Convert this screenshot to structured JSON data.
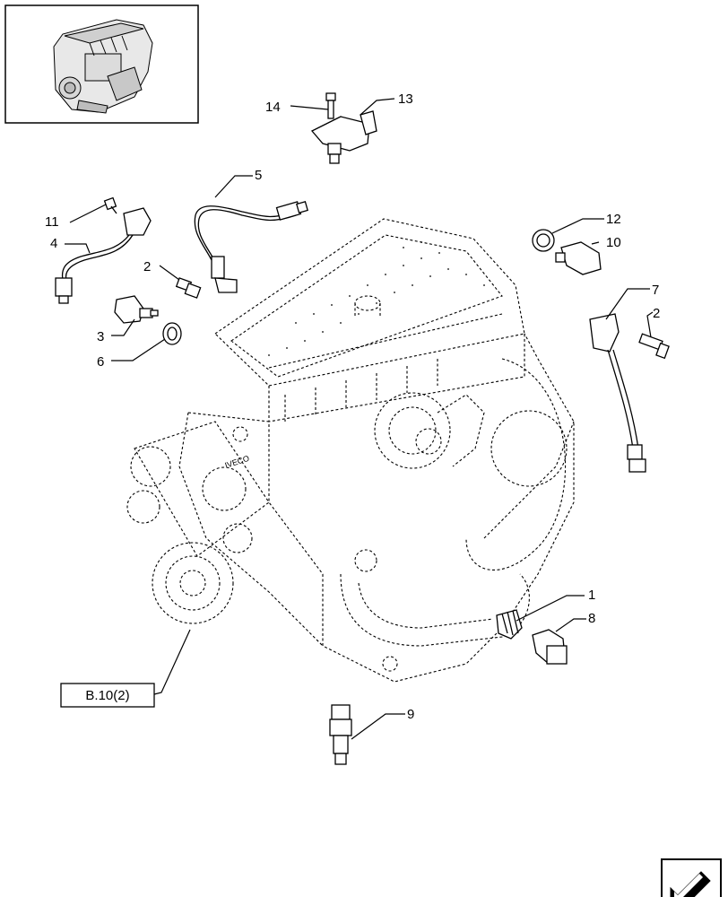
{
  "callouts": [
    {
      "id": "1",
      "label": "1"
    },
    {
      "id": "2a",
      "label": "2"
    },
    {
      "id": "2b",
      "label": "2"
    },
    {
      "id": "3",
      "label": "3"
    },
    {
      "id": "4",
      "label": "4"
    },
    {
      "id": "5",
      "label": "5"
    },
    {
      "id": "6",
      "label": "6"
    },
    {
      "id": "7",
      "label": "7"
    },
    {
      "id": "8",
      "label": "8"
    },
    {
      "id": "9",
      "label": "9"
    },
    {
      "id": "10",
      "label": "10"
    },
    {
      "id": "11",
      "label": "11"
    },
    {
      "id": "12",
      "label": "12"
    },
    {
      "id": "13",
      "label": "13"
    },
    {
      "id": "14",
      "label": "14"
    }
  ],
  "reference_box": {
    "label": "B.10(2)"
  },
  "engine_badge": {
    "label": "IVECO"
  },
  "icons": {
    "thumbnail": "engine-thumbnail-icon",
    "navigation": "arrow-navigation-icon"
  }
}
